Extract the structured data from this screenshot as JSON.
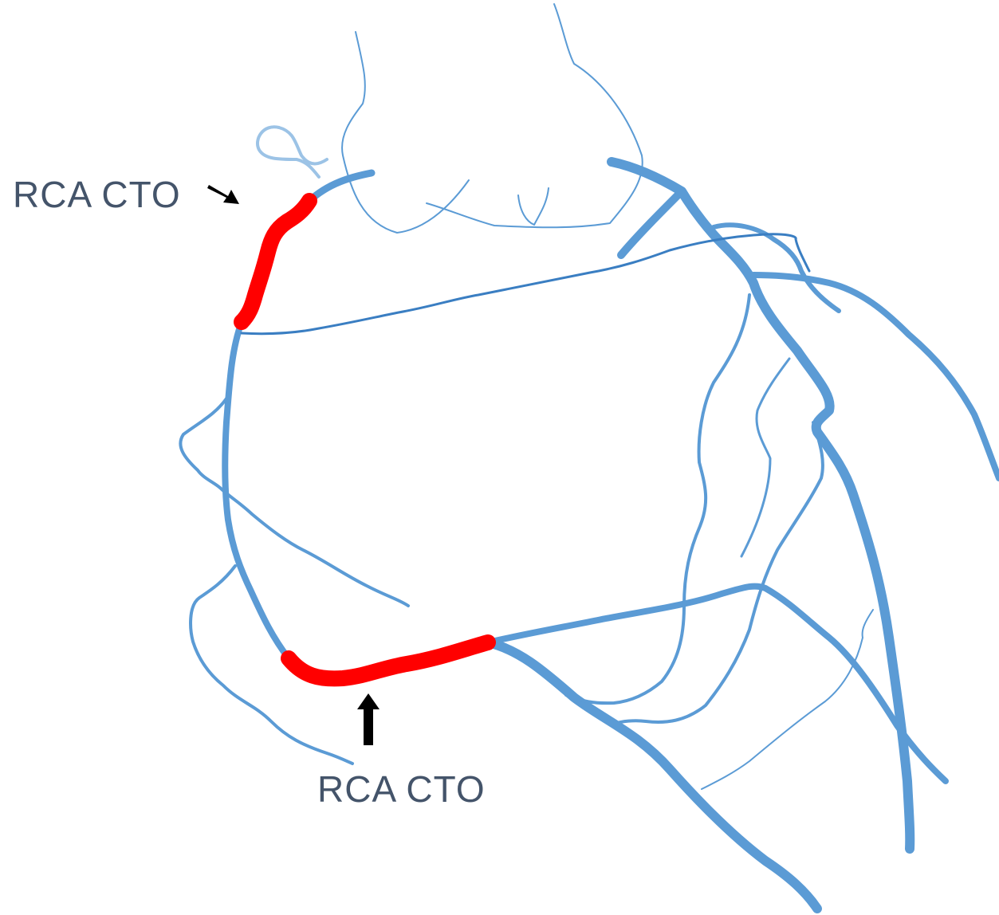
{
  "colors": {
    "vessel": "#5b9bd5",
    "vessel_dark": "#3a7ec2",
    "vessel_light": "#9cc3e6",
    "occlusion": "#ff0000",
    "arrow": "#000000",
    "label": "#44546a"
  },
  "annotations": [
    {
      "id": "proximal",
      "label": "RCA CTO",
      "arrow_direction": "down-right"
    },
    {
      "id": "distal",
      "label": "RCA CTO",
      "arrow_direction": "up"
    }
  ]
}
